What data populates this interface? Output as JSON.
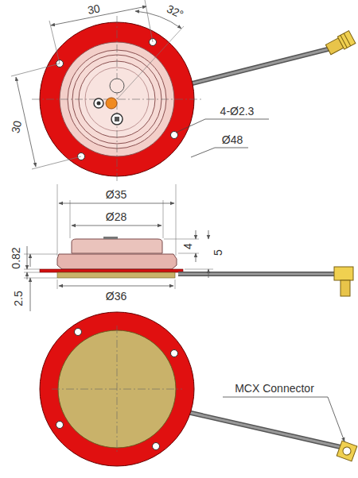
{
  "diagram": {
    "labels": [
      "30",
      "32°",
      "30",
      "4-Ø2.3",
      "Ø48",
      "Ø35",
      "Ø28",
      "4",
      "5",
      "0.82",
      "2.5",
      "Ø36",
      "MCX Connector"
    ]
  }
}
